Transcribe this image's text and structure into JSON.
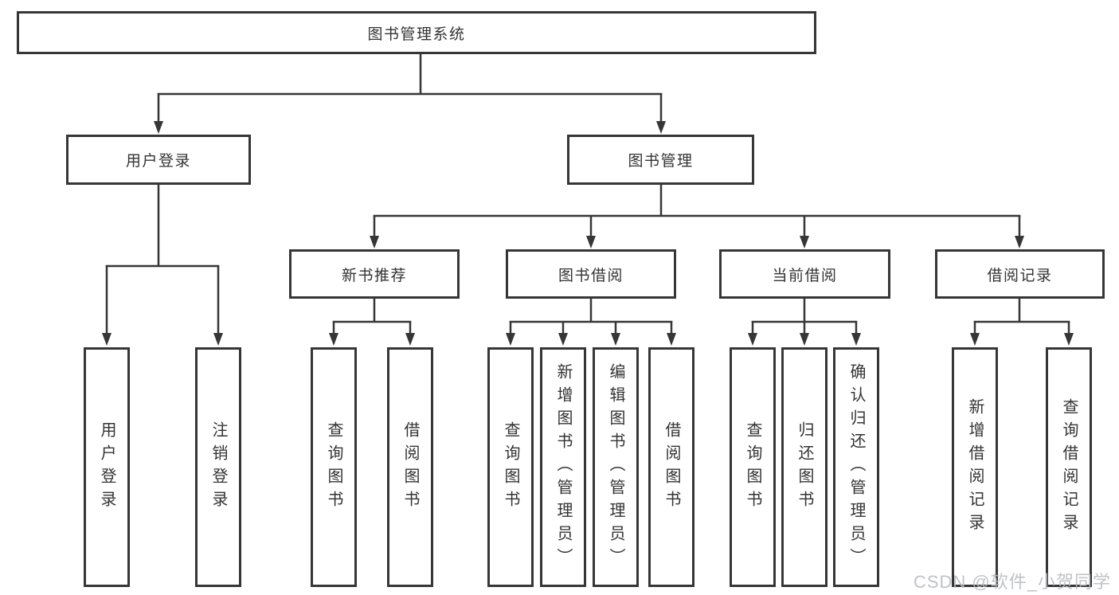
{
  "diagram": {
    "root": {
      "label": "图书管理系统"
    },
    "branches": [
      {
        "label": "用户登录",
        "children": [
          {
            "label": "用户登录"
          },
          {
            "label": "注销登录"
          }
        ]
      },
      {
        "label": "图书管理",
        "sections": [
          {
            "label": "新书推荐",
            "children": [
              {
                "label": "查询图书"
              },
              {
                "label": "借阅图书"
              }
            ]
          },
          {
            "label": "图书借阅",
            "children": [
              {
                "label": "查询图书"
              },
              {
                "label": "新增图书（管理员）"
              },
              {
                "label": "编辑图书（管理员）"
              },
              {
                "label": "借阅图书"
              }
            ]
          },
          {
            "label": "当前借阅",
            "children": [
              {
                "label": "查询图书"
              },
              {
                "label": "归还图书"
              },
              {
                "label": "确认归还（管理员）"
              }
            ]
          },
          {
            "label": "借阅记录",
            "children": [
              {
                "label": "新增借阅记录"
              },
              {
                "label": "查询借阅记录"
              }
            ]
          }
        ]
      }
    ]
  },
  "watermark": {
    "text": "CSDN @软件_小贺同学"
  },
  "colors": {
    "line": "#363636",
    "text": "#333333",
    "background": "#ffffff",
    "watermark": "#b9bbc0"
  }
}
